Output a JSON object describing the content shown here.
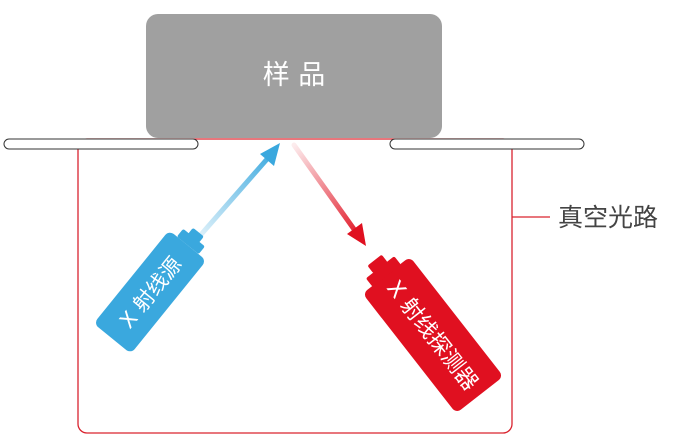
{
  "sample": {
    "label": "样 品",
    "color": "#a0a0a0"
  },
  "vacuum": {
    "label": "真空光路",
    "color": "#d9242f"
  },
  "source": {
    "label": "X 射线源",
    "color": "#3aa8de"
  },
  "detector": {
    "label": "X 射线探测器",
    "color": "#e01020"
  }
}
